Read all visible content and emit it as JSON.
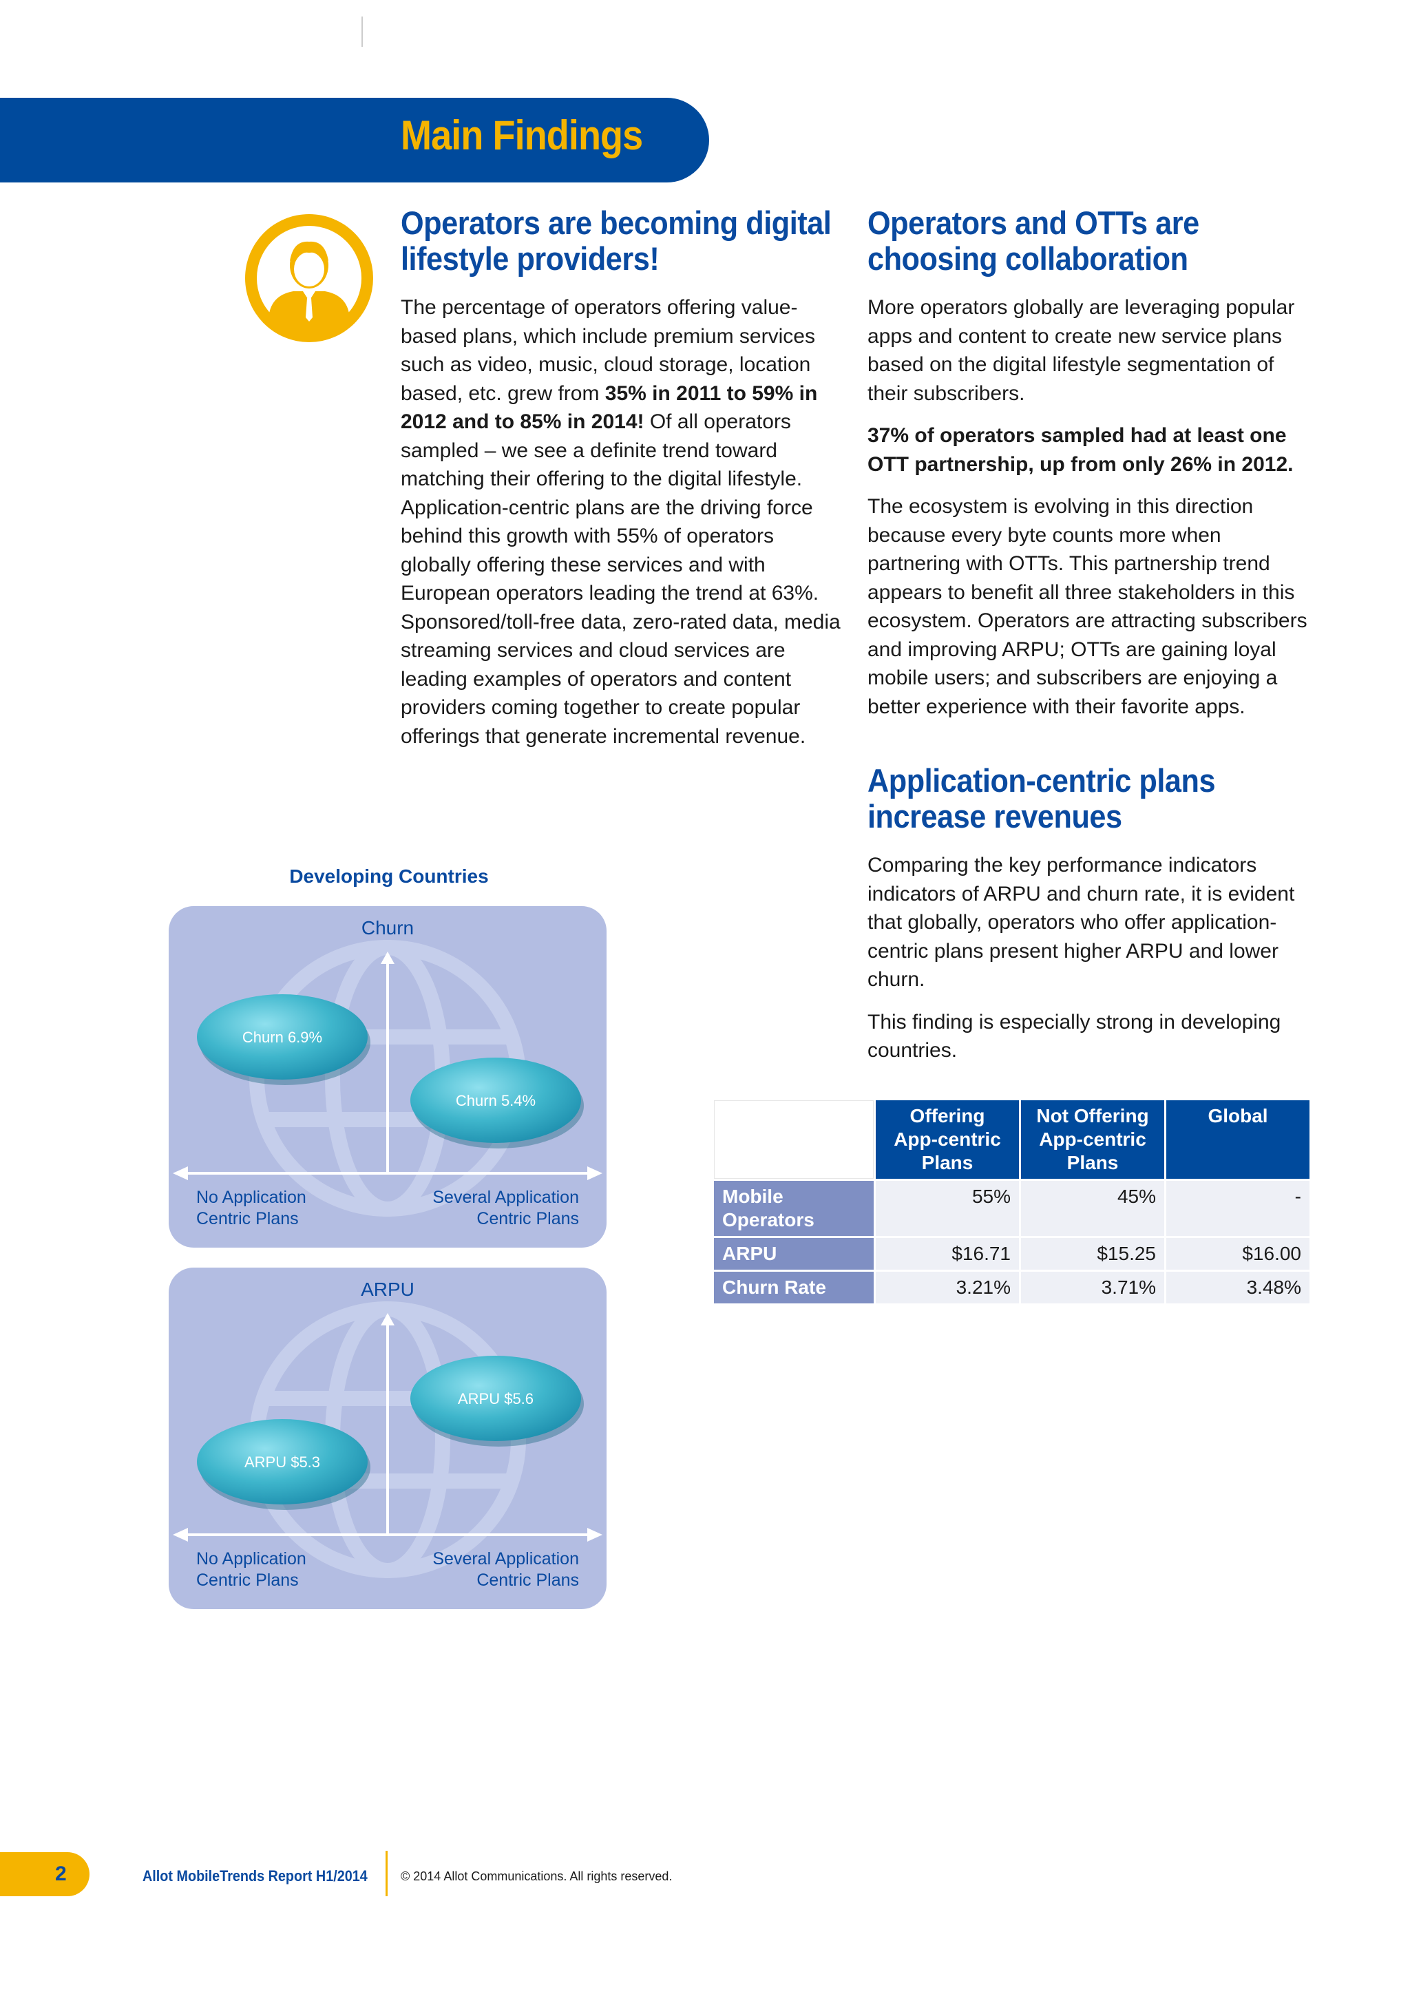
{
  "header": {
    "title": "Main Findings"
  },
  "section1": {
    "heading_line1": "Operators are becoming digital",
    "heading_line2": "lifestyle providers!",
    "para1_a": "The percentage of operators offering value-based plans, which include premium services such as video, music, cloud storage, location based, etc. grew from ",
    "para1_b": "35% in 2011 to 59% in 2012 and to 85% in 2014!",
    "para1_c": " Of all operators sampled – we see a definite trend toward matching their offering to the digital lifestyle. Application-centric plans are the driving force behind this growth with 55% of operators globally offering these services and with European operators leading the trend at 63%. Sponsored/toll-free data, zero-rated data, media streaming services and cloud services are leading examples of operators and content providers coming together to create popular offerings that generate incremental revenue."
  },
  "section2": {
    "heading_line1": "Operators and OTTs are",
    "heading_line2": "choosing collaboration",
    "para1": "More operators globally are leveraging popular apps and content to create new service plans based on the digital lifestyle segmentation of their subscribers.",
    "para2": "37% of operators sampled had at least one OTT partnership, up from only 26% in 2012.",
    "para3": "The ecosystem is evolving in this direction because every byte counts more when partnering with OTTs. This partnership trend appears to benefit all three stakeholders in this ecosystem. Operators are attracting subscribers and improving ARPU; OTTs are gaining loyal mobile users; and subscribers are enjoying a better experience with their favorite apps."
  },
  "section3": {
    "heading_line1": "Application-centric plans",
    "heading_line2": "increase revenues",
    "para1": "Comparing the key performance indicators indicators of ARPU and churn rate, it is evident that globally, operators who offer application-centric plans present higher ARPU and lower churn.",
    "para2": "This finding is especially strong in developing countries."
  },
  "chart_data": [
    {
      "type": "scatter",
      "title": "Developing Countries",
      "ylabel": "Churn",
      "categories": [
        "No Application Centric Plans",
        "Several Application Centric Plans"
      ],
      "xlabel_left_line1": "No Application",
      "xlabel_left_line2": "Centric Plans",
      "xlabel_right_line1": "Several Application",
      "xlabel_right_line2": "Centric Plans",
      "values": [
        6.9,
        5.4
      ],
      "labels": [
        "Churn 6.9%",
        "Churn 5.4%"
      ]
    },
    {
      "type": "scatter",
      "title": "",
      "ylabel": "ARPU",
      "categories": [
        "No Application Centric Plans",
        "Several Application Centric Plans"
      ],
      "xlabel_left_line1": "No Application",
      "xlabel_left_line2": "Centric Plans",
      "xlabel_right_line1": "Several Application",
      "xlabel_right_line2": "Centric Plans",
      "values": [
        5.3,
        5.6
      ],
      "labels": [
        "ARPU $5.3",
        "ARPU $5.6"
      ]
    }
  ],
  "table": {
    "headers": [
      [
        "Offering",
        "App-centric",
        "Plans"
      ],
      [
        "Not Offering",
        "App-centric",
        "Plans"
      ],
      [
        "Global"
      ]
    ],
    "rows": [
      {
        "label_line1": "Mobile",
        "label_line2": "Operators",
        "cells": [
          "55%",
          "45%",
          "-"
        ]
      },
      {
        "label_line1": "ARPU",
        "label_line2": "",
        "cells": [
          "$16.71",
          "$15.25",
          "$16.00"
        ]
      },
      {
        "label_line1": "Churn Rate",
        "label_line2": "",
        "cells": [
          "3.21%",
          "3.71%",
          "3.48%"
        ]
      }
    ]
  },
  "footer": {
    "page_number": "2",
    "report_title": "Allot MobileTrends Report H1/2014",
    "copyright": "© 2014 Allot Communications. All rights reserved."
  },
  "colors": {
    "brand_blue": "#004a9c",
    "accent_yellow": "#f5b400",
    "panel": "#b3bde2",
    "bubble": "#3fb6cc"
  },
  "icons": {
    "section1_icon": "person-icon"
  }
}
